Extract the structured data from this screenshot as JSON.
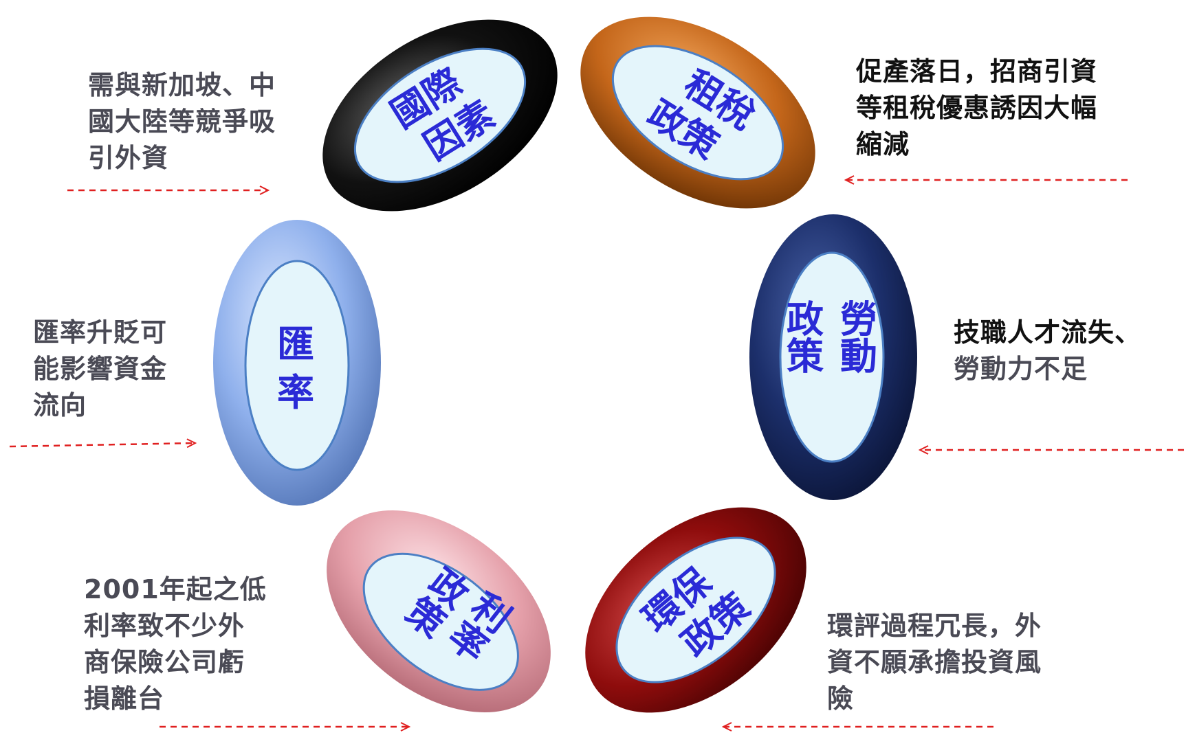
{
  "nodes": [
    {
      "id": "international",
      "label_lines": [
        "國際",
        "因素"
      ]
    },
    {
      "id": "tax",
      "label_lines": [
        "租稅",
        "政策"
      ]
    },
    {
      "id": "labor",
      "label_cols": [
        "勞動",
        "政策"
      ]
    },
    {
      "id": "environment",
      "label_lines": [
        "環保",
        "政策"
      ]
    },
    {
      "id": "interest",
      "label_cols": [
        "利率",
        "政策"
      ]
    },
    {
      "id": "exchange",
      "label_lines": [
        "匯",
        "率"
      ]
    }
  ],
  "notes": {
    "international": [
      "需與新加坡、中",
      "國大陸等競爭吸",
      "引外資"
    ],
    "tax": [
      "促產落日，招商引資",
      "等租稅優惠誘因大幅",
      "縮減"
    ],
    "labor": [
      "技職人才流失、",
      "勞動力不足"
    ],
    "environment": [
      "環評過程冗長，外",
      "資不願承擔投資風",
      "險"
    ],
    "interest": [
      "2001年起之低",
      "利率致不少外",
      "商保險公司虧",
      "損離台"
    ],
    "exchange": [
      "匯率升貶可",
      "能影響資金",
      "流向"
    ]
  },
  "colors": {
    "international": "#0a0a0a",
    "tax": "#c4661a",
    "labor": "#1c2f6b",
    "environment": "#8e0c0c",
    "interest": "#e5a0aa",
    "exchange": "#8fb0ec",
    "inner_fill": "#e4f5fb",
    "inner_stroke": "#4b7fc4",
    "label": "#2a2ad6",
    "arrow": "#e02020"
  }
}
